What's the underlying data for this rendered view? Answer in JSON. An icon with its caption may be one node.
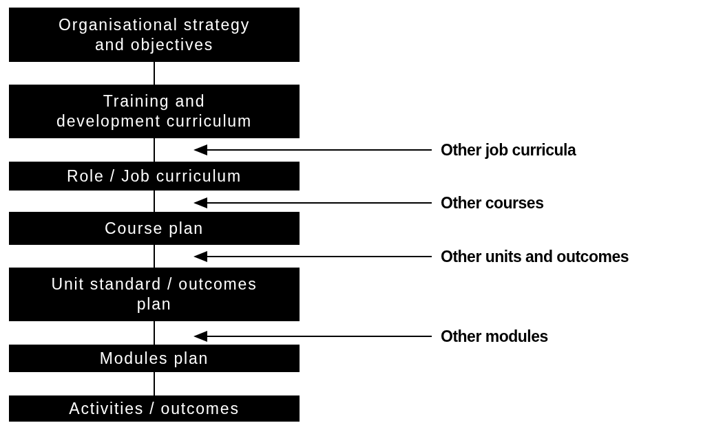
{
  "diagram": {
    "nodes": [
      {
        "text": [
          "Organisational strategy and objectives"
        ]
      },
      {
        "text": [
          "Training and development curriculum"
        ]
      },
      {
        "text": [
          "Role / Job curriculum"
        ]
      },
      {
        "text": [
          "Course plan"
        ]
      },
      {
        "text": [
          "Unit standard / outcomes plan"
        ]
      },
      {
        "text": [
          "Modules plan"
        ]
      },
      {
        "text": [
          "Activities / outcomes"
        ]
      },
      {
        "text": [
          "Other job curricula"
        ]
      },
      {
        "text": [
          "Other courses"
        ]
      },
      {
        "text": [
          "Other units and outcomes"
        ]
      },
      {
        "text": [
          "Other modules"
        ]
      }
    ],
    "edges": [
      {
        "from": 0,
        "to": 1,
        "arrow": "none"
      },
      {
        "from": 1,
        "to": 2,
        "arrow": "none"
      },
      {
        "from": 2,
        "to": 3,
        "arrow": "none"
      },
      {
        "from": 3,
        "to": 4,
        "arrow": "none"
      },
      {
        "from": 4,
        "to": 5,
        "arrow": "none"
      },
      {
        "from": 5,
        "to": 6,
        "arrow": "none"
      },
      {
        "from": 7,
        "to": 2,
        "arrow": "to"
      },
      {
        "from": 8,
        "to": 2,
        "arrow": "to"
      },
      {
        "from": 9,
        "to": 3,
        "arrow": "to"
      },
      {
        "from": 10,
        "to": 5,
        "arrow": "to"
      }
    ]
  }
}
